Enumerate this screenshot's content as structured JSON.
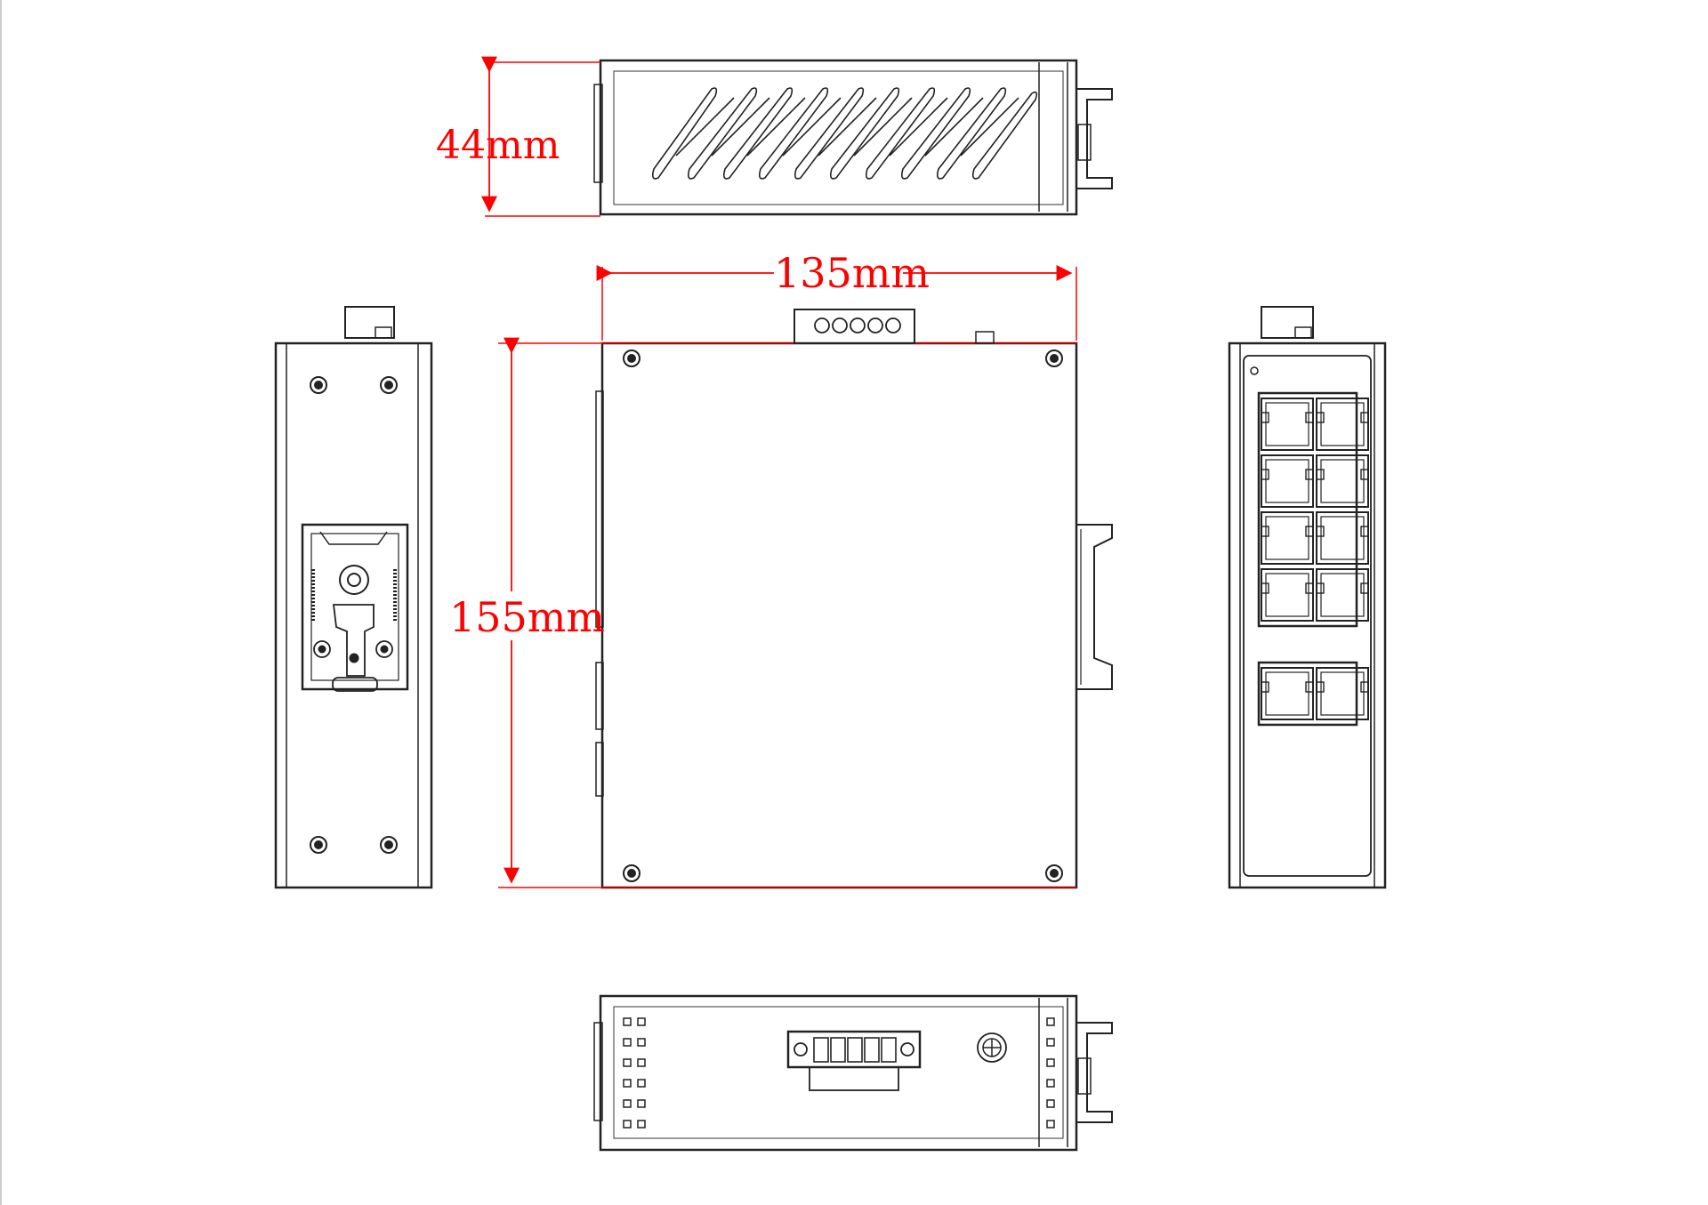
{
  "dimensions": {
    "height_label": "44mm",
    "width_label": "135mm",
    "depth_label": "155mm"
  },
  "colors": {
    "dimension_line": "#ff0000",
    "outline": "#222222",
    "background": "#ffffff",
    "left_border": "#cccccc"
  },
  "views": {
    "top": "top-view",
    "front": "front-view",
    "left": "left-side-view",
    "right": "right-side-view",
    "bottom": "bottom-view"
  }
}
